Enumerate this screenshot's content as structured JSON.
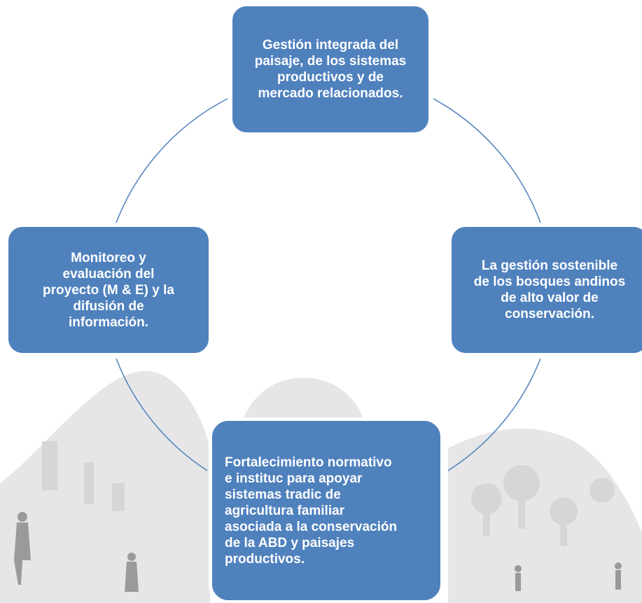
{
  "diagram": {
    "type": "cycle",
    "nodes": [
      {
        "id": "top",
        "text": "Gestión integrada del\npaisaje, de los sistemas\nproductivos y de\nmercado relacionados."
      },
      {
        "id": "right",
        "text": "La gestión sostenible\nde los bosques andinos\nde alto valor de\nconservación."
      },
      {
        "id": "bottom",
        "text": "Fortalecimiento normativo\ne instituc para apoyar\nsistemas tradic de\nagricultura familiar\nasociada a la conservación\nde la ABD y paisajes\nproductivos."
      },
      {
        "id": "left",
        "text": "Monitoreo y\nevaluación del\nproyecto (M & E) y la\ndifusión de\ninformación."
      }
    ],
    "colors": {
      "node_fill": "#4f81bd",
      "node_text": "#ffffff",
      "connector": "#4f81bd",
      "background_art": "#e3e3e3"
    }
  }
}
